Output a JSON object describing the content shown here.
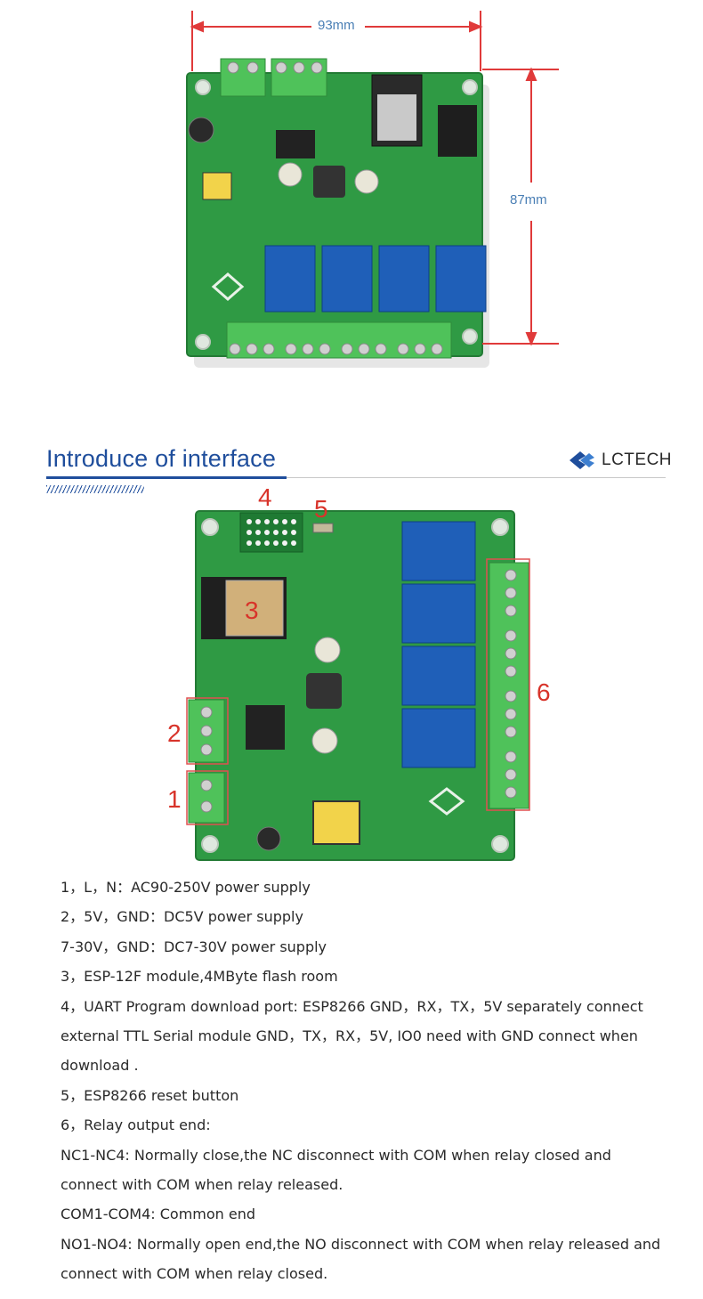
{
  "dimensions": {
    "width_label": "93mm",
    "height_label": "87mm"
  },
  "section": {
    "title": "Introduce of interface",
    "brand": "LCTECH"
  },
  "callouts": [
    "1",
    "2",
    "3",
    "4",
    "5",
    "6"
  ],
  "description": [
    "1，L，N：AC90-250V power supply",
    "2，5V，GND：DC5V power supply",
    "7-30V，GND：DC7-30V power supply",
    "3，ESP-12F module,4MByte flash room",
    "4，UART Program download port: ESP8266 GND，RX，TX，5V separately connect external TTL Serial module GND，TX，RX，5V, IO0 need with GND connect when download .",
    "5，ESP8266 reset button",
    "6，Relay output end:",
    "NC1-NC4: Normally close,the NC disconnect with COM when relay closed and connect with COM when relay released.",
    "COM1-COM4: Common end",
    "NO1-NO4: Normally open end,the NO disconnect with COM when relay released and connect with COM when relay closed."
  ],
  "colors": {
    "pcb": "#2f9a44",
    "relay": "#1f5fb8",
    "terminal": "#4fc25a",
    "callout": "#d8332a",
    "title": "#1f4e9c"
  }
}
